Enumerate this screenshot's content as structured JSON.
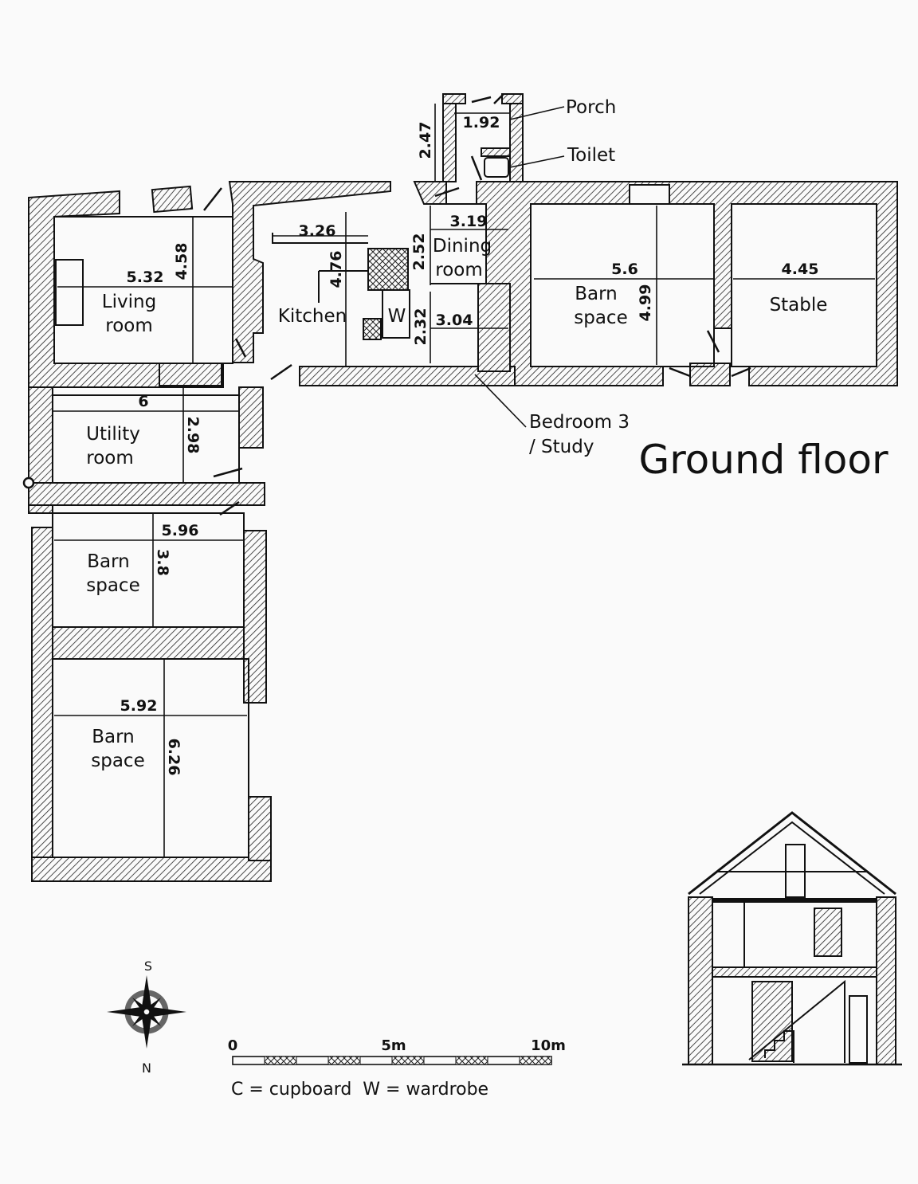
{
  "title": "Ground floor",
  "key": "C = cupboard  W = wardrobe",
  "rooms": {
    "living": {
      "line1": "Living",
      "line2": "room"
    },
    "kitchen": "Kitchen",
    "dining": {
      "line1": "Dining",
      "line2": "room"
    },
    "barn_east": {
      "line1": "Barn",
      "line2": "space"
    },
    "stable": "Stable",
    "utility": {
      "line1": "Utility",
      "line2": "room"
    },
    "barn_mid": {
      "line1": "Barn",
      "line2": "space"
    },
    "barn_south": {
      "line1": "Barn",
      "line2": "space"
    },
    "wardrobe": "W"
  },
  "callouts": {
    "porch": "Porch",
    "toilet": "Toilet",
    "bedroom3_line1": "Bedroom 3",
    "bedroom3_line2": "/ Study"
  },
  "dimensions": {
    "porch_width": "1.92",
    "porch_depth": "2.47",
    "living_width": "5.32",
    "living_depth": "4.58",
    "kitchen_width": "3.26",
    "kitchen_depth": "4.76",
    "dining_width": "3.19",
    "dining_depth": "2.52",
    "bedroom_width": "3.04",
    "bedroom_depth": "2.32",
    "barn_east_width": "5.6",
    "barn_east_depth": "4.99",
    "stable_width": "4.45",
    "utility_width": "6",
    "utility_depth": "2.98",
    "barn_mid_width": "5.96",
    "barn_mid_depth": "3.8",
    "barn_south_width": "5.92",
    "barn_south_depth": "6.26"
  },
  "scale": {
    "start": "0",
    "mid": "5m",
    "end": "10m"
  },
  "compass": {
    "top": "S",
    "bottom": "N"
  }
}
